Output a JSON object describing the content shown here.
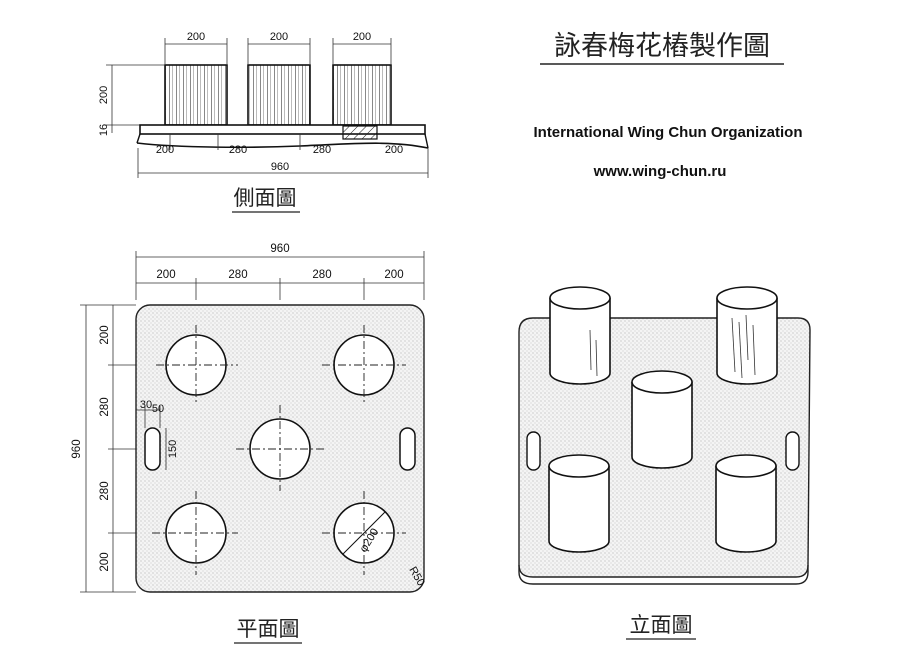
{
  "title": "詠春梅花樁製作圖",
  "organization": "International  Wing Chun Organization",
  "website": "www.wing-chun.ru",
  "captions": {
    "side_view": "側面圖",
    "plan_view": "平面圖",
    "elevation_view": "立面圖"
  },
  "side_view": {
    "post_widths": [
      "200",
      "200",
      "200"
    ],
    "post_height": "200",
    "base_thickness": "16",
    "bottom_segments": [
      "200",
      "280",
      "280",
      "200"
    ],
    "total_width": "960"
  },
  "plan_view": {
    "total_width": "960",
    "top_segments": [
      "200",
      "280",
      "280",
      "200"
    ],
    "total_height": "960",
    "left_segments": [
      "200",
      "280",
      "280",
      "200"
    ],
    "slot_offset": "30",
    "slot_width": "50",
    "slot_length": "150",
    "post_diameter": "φ200",
    "corner_radius": "R50"
  }
}
